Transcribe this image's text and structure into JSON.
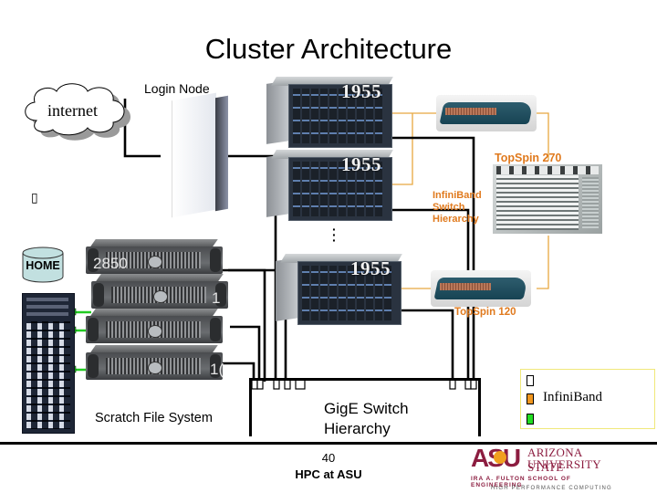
{
  "slide": {
    "title": "Cluster Architecture",
    "page_number": "40",
    "footer": "HPC at ASU"
  },
  "nodes": {
    "internet": "internet",
    "login_node": "Login Node",
    "blade_chassis": [
      {
        "model": "1955"
      },
      {
        "model": "1955"
      },
      {
        "model": "1955"
      }
    ],
    "rack_servers": [
      {
        "model": "2850"
      },
      {
        "model": "1"
      },
      {
        "model": ""
      },
      {
        "model": "1("
      }
    ],
    "home_storage": "HOME",
    "scratch_fs": "Scratch File System",
    "placeholder_glyph": "▯"
  },
  "switches": {
    "topspin_270": "TopSpin 270",
    "topspin_120": "TopSpin 120",
    "infiniband_hierarchy": [
      "InfiniBand",
      "Switch",
      "Hierarchy"
    ],
    "gige_hierarchy": [
      "GigE Switch",
      "Hierarchy"
    ]
  },
  "legend": {
    "items": [
      {
        "label": "",
        "color": "#ffffff"
      },
      {
        "label": "InfiniBand",
        "color": "#f0961e"
      },
      {
        "label": "",
        "color": "#22dd22"
      }
    ]
  },
  "colors": {
    "infiniband_link": "#e8a840",
    "gige_link": "#000000",
    "storage_link": "#22cc22",
    "label_orange": "#e07a1e",
    "asu_maroon": "#8c1d40",
    "asu_gold": "#f0a020"
  },
  "logo": {
    "mark": "ASU",
    "name_line1": "ARIZONA STATE",
    "name_line2": "UNIVERSITY",
    "school": "IRA A. FULTON SCHOOL OF ENGINEERING",
    "department": "HIGH PERFORMANCE COMPUTING"
  }
}
